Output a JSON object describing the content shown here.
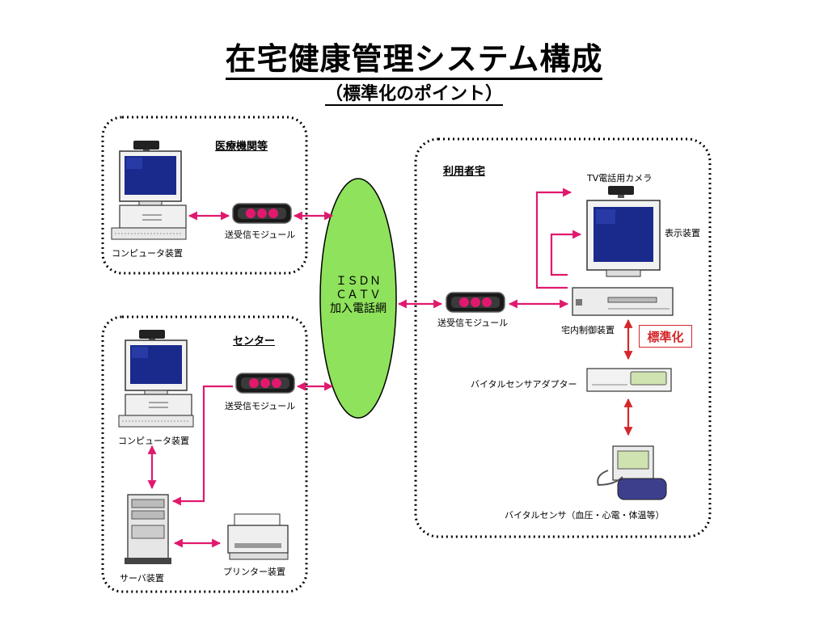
{
  "title": "在宅健康管理システム構成",
  "subtitle": "（標準化のポイント）",
  "groups": {
    "medical": {
      "title": "医療機関等",
      "computer_label": "コンピュータ装置",
      "module_label": "送受信モジュール"
    },
    "center": {
      "title": "センター",
      "computer_label": "コンピュータ装置",
      "module_label": "送受信モジュール",
      "server_label": "サーバ装置",
      "printer_label": "プリンター装置"
    },
    "home": {
      "title": "利用者宅",
      "camera_label": "TV電話用カメラ",
      "display_label": "表示装置",
      "module_label": "送受信モジュール",
      "controller_label": "宅内制御装置",
      "standard_badge": "標準化",
      "adapter_label": "バイタルセンサアダプター",
      "sensor_label": "バイタルセンサ（血圧・心電・体温等）"
    }
  },
  "network": {
    "line1": "ＩＳＤＮ",
    "line2": "ＣＡＴＶ",
    "line3": "加入電話網"
  },
  "colors": {
    "connector": "#e0196e",
    "badge": "#d4272b",
    "network_fill": "#8fe25c",
    "monitor_screen": "#1a2a8c",
    "dotted_border": "#000000"
  }
}
